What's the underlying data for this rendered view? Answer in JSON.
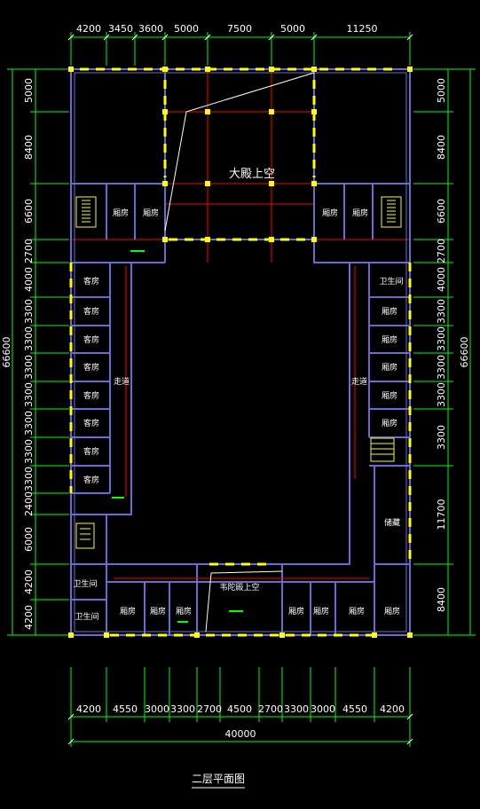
{
  "drawing": {
    "title": "二层平面图",
    "top_dims": [
      "4200",
      "3450",
      "3600",
      "5000",
      "7500",
      "5000",
      "11250"
    ],
    "bottom_dims": [
      "4200",
      "4550",
      "3000",
      "3300",
      "2700",
      "4500",
      "2700",
      "3300",
      "3000",
      "4550",
      "4200"
    ],
    "bottom_total": "40000",
    "left_dims": [
      "5000",
      "8400",
      "6600",
      "2700",
      "4000",
      "3300",
      "3300",
      "3300",
      "3300",
      "3300",
      "3300",
      "2400",
      "6000",
      "4200",
      "4200"
    ],
    "left_total": "66600",
    "right_dims": [
      "5000",
      "8400",
      "6600",
      "2700",
      "4000",
      "3300",
      "3300",
      "3300",
      "3300",
      "3300",
      "11700",
      "8400"
    ],
    "right_total": "66600",
    "rooms": {
      "hall_void": "大殿上空",
      "ward": "厢房",
      "guest": "客房",
      "corridor": "走道",
      "toilet": "卫生间",
      "storage": "储藏",
      "hall_void_small": "韦陀殿上空"
    }
  },
  "colors": {
    "background": "#000000",
    "dimension_line": "#00ff00",
    "wall": "#6a6ad8",
    "column": "#ffff00",
    "grid": "#ff0000",
    "text": "#ffffff"
  }
}
